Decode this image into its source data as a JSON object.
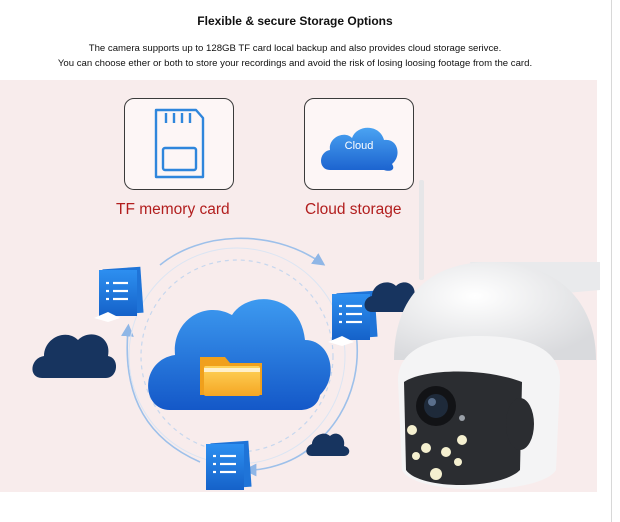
{
  "header": {
    "title": "Flexible & secure Storage Options",
    "line1": "The camera supports up to 128GB TF card local backup and also provides cloud storage serivce.",
    "line2": "You can choose ether or both to store your recordings and avoid the risk of losing loosing footage from the card."
  },
  "options": {
    "tf_label": "TF memory card",
    "cloud_label": "Cloud storage",
    "cloud_icon_text": "Cloud"
  },
  "colors": {
    "accent_red": "#b21e1e",
    "cloud_blue": "#1e6fd6",
    "dark_navy": "#17345f",
    "panel_bg": "#f8ecec"
  },
  "icons": [
    "sd-card-icon",
    "cloud-icon",
    "document-icon",
    "folder-icon",
    "arrow-icon",
    "camera-image"
  ]
}
